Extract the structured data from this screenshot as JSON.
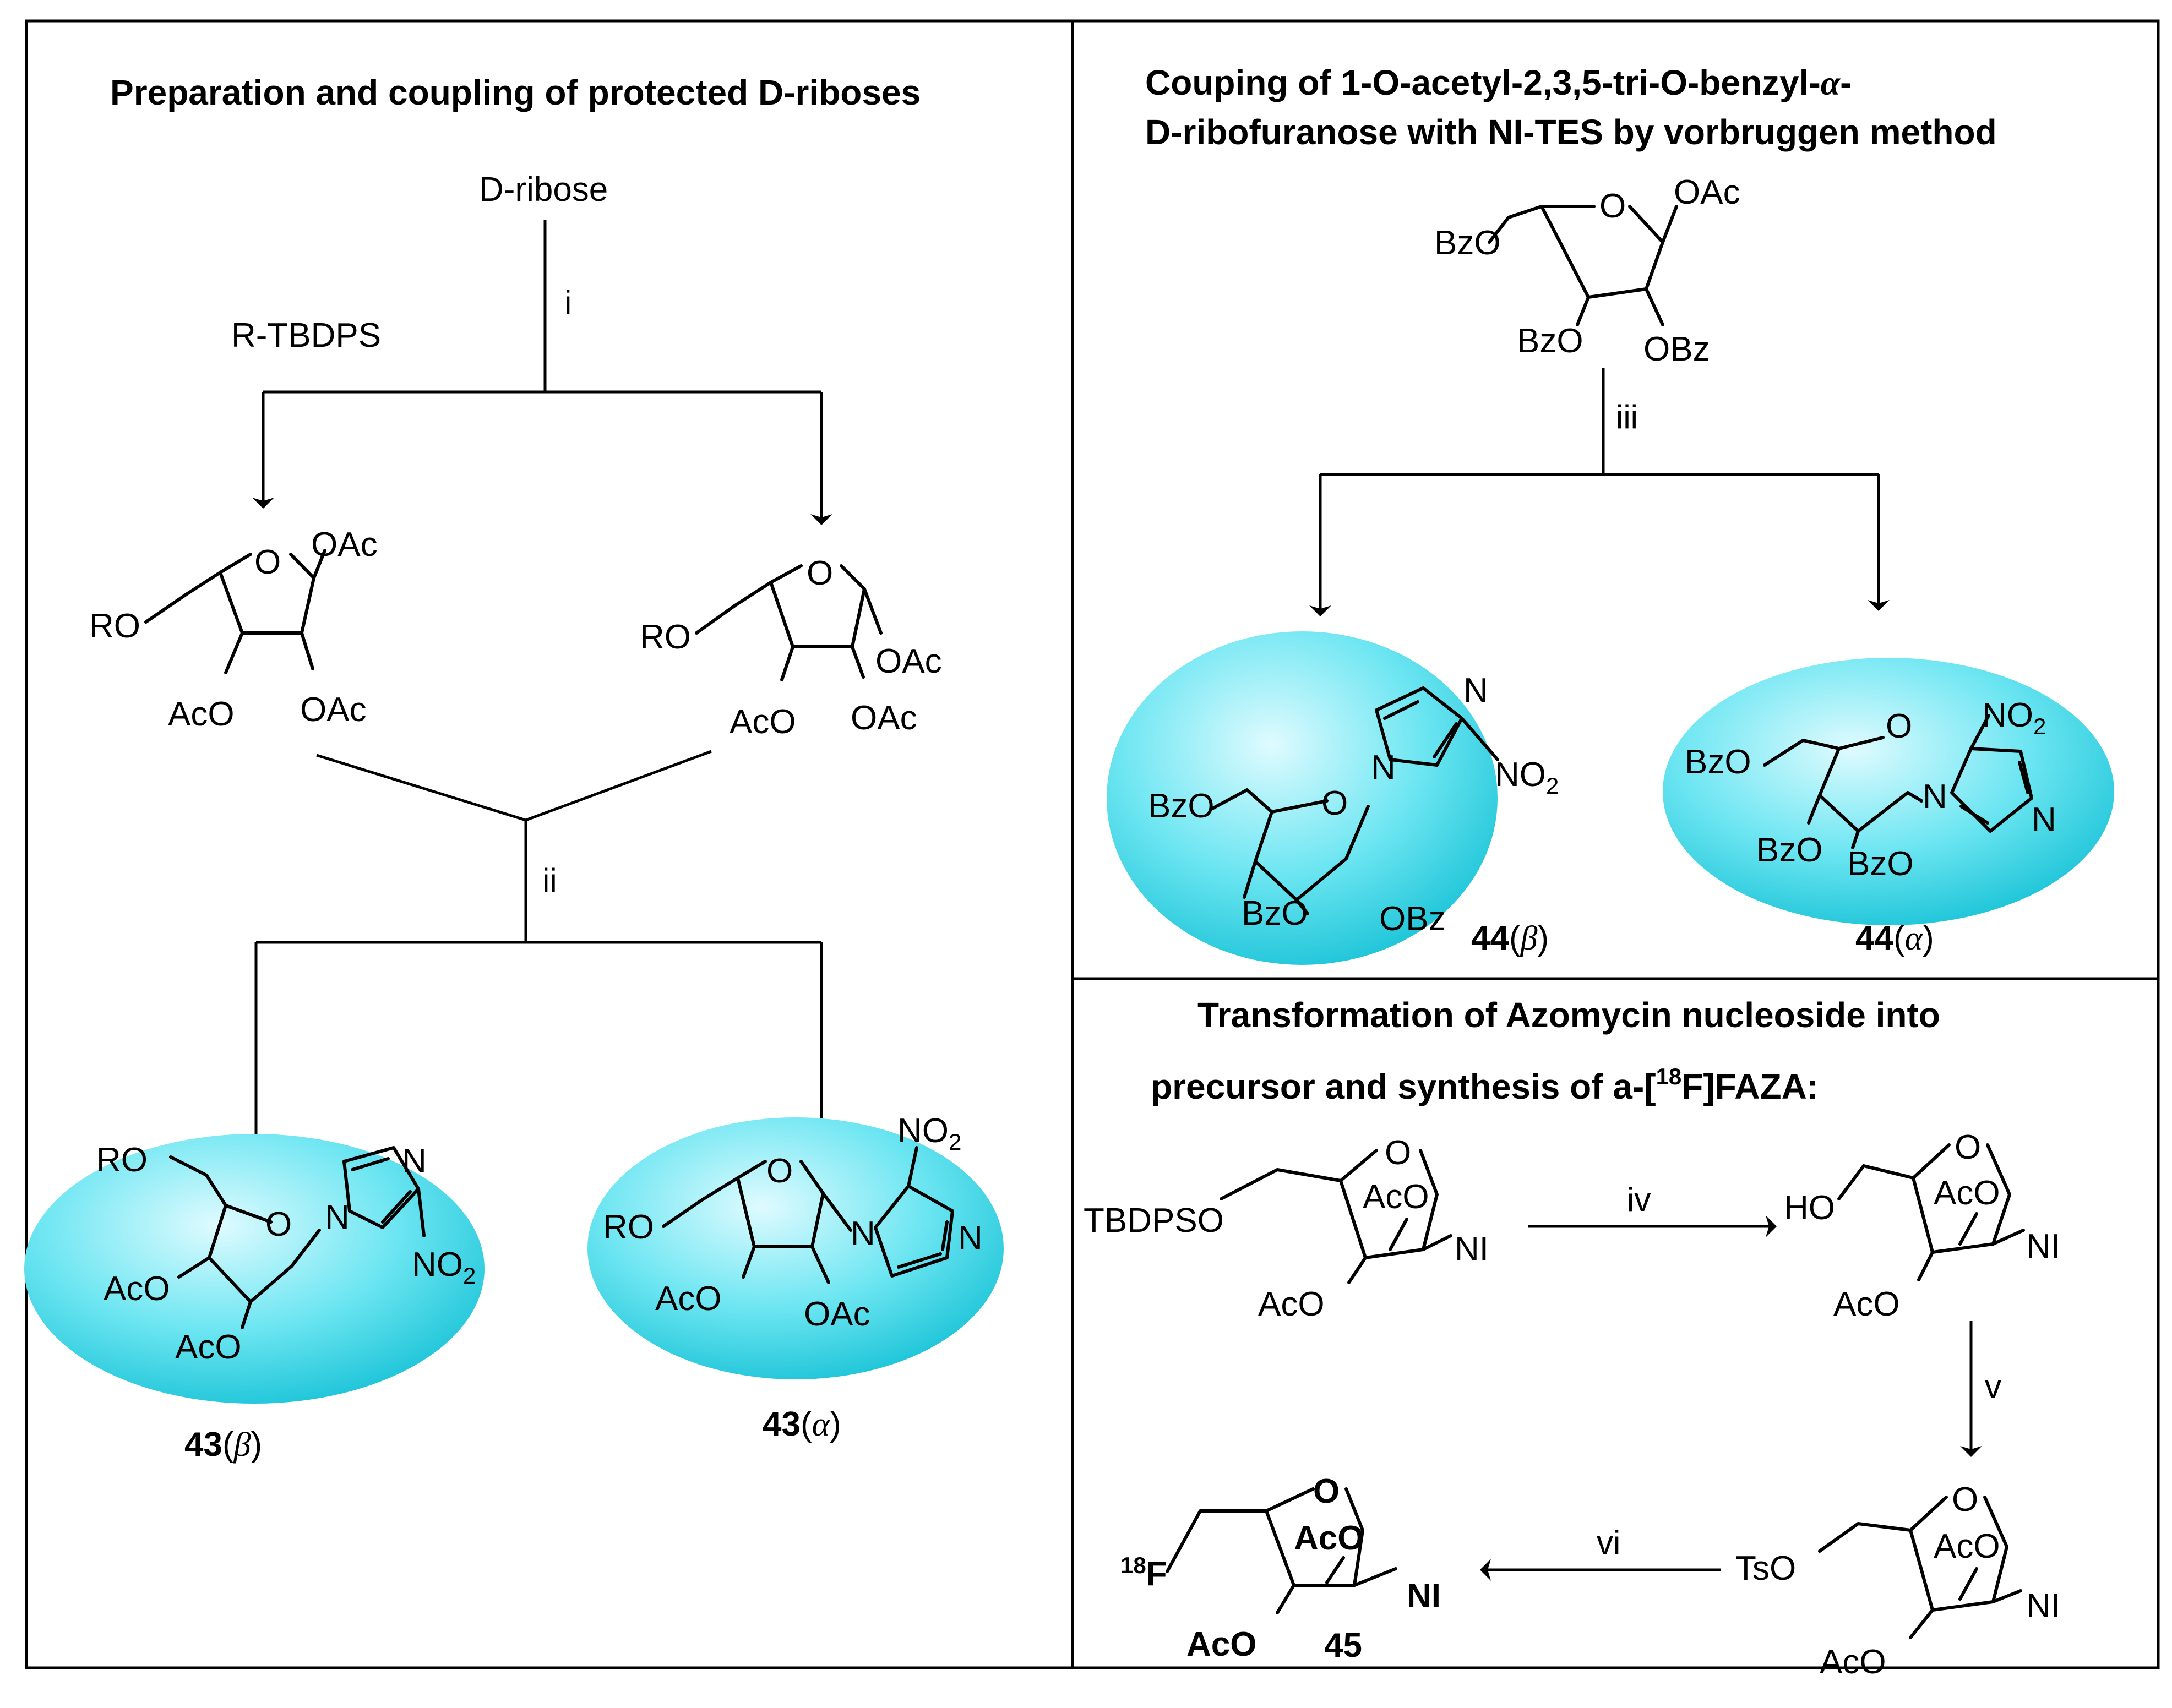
{
  "sections": {
    "left_title": "Preparation and coupling of protected D-riboses",
    "right_title_line1": "Couping of 1-O-acetyl-2,3,5-tri-O-benzyl-",
    "right_title_alpha": "α",
    "right_title_dash": "-",
    "right_title_line2": "D-ribofuranose with NI-TES by vorbruggen method",
    "bottom_title_line1": "Transformation of Azomycin  nucleoside into",
    "bottom_title_line2_a": "precursor and synthesis of a-[",
    "bottom_title_sup": "18",
    "bottom_title_line2_b": "F]FAZA:"
  },
  "start": {
    "name": "D-ribose",
    "protecting_group": "R-TBDPS"
  },
  "reagents": {
    "i": "i",
    "ii": "ii",
    "iii": "iii",
    "iv": "iv",
    "v": "v",
    "vi": "vi"
  },
  "groups": {
    "RO": "RO",
    "OAc": "OAc",
    "AcO": "AcO",
    "BzO": "BzO",
    "OBz": "OBz",
    "O": "O",
    "N": "N",
    "NO2": "NO",
    "sub2": "2",
    "NI": "NI",
    "TBDPSO": "TBDPSO",
    "HO": "HO",
    "TsO": "TsO",
    "F18_sup": "18",
    "F": "F"
  },
  "compounds": {
    "c43b_num": "43",
    "c43b_anomer": "β",
    "c43a_num": "43",
    "c43a_anomer": "α",
    "c44b_num": "44",
    "c44b_anomer": "β",
    "c44a_num": "44",
    "c44a_anomer": "α",
    "c45_num": "45"
  },
  "colors": {
    "highlight": "#2fd4e6",
    "highlight_light": "#dffbff",
    "line": "#000000"
  }
}
